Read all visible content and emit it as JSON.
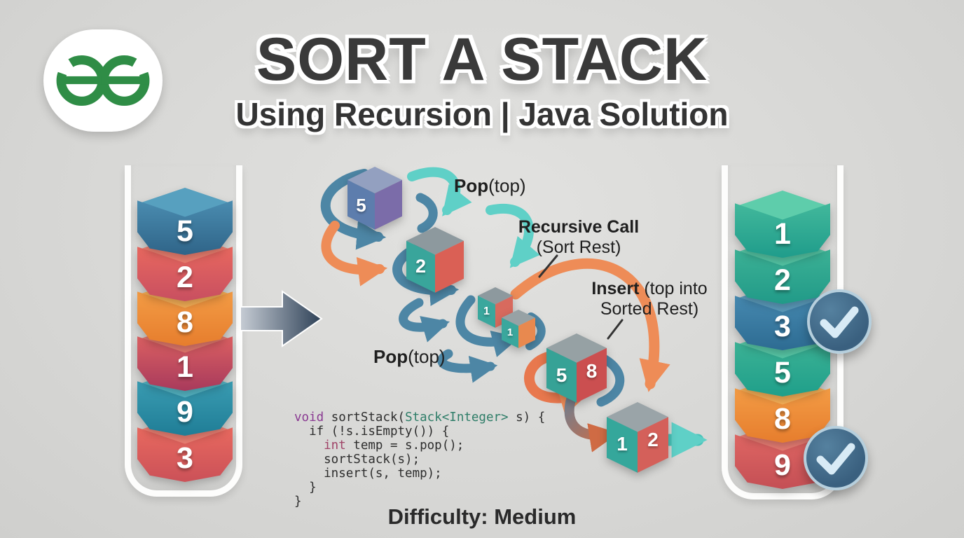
{
  "header": {
    "title": "SORT A STACK",
    "subtitle": "Using Recursion | Java Solution"
  },
  "logo": {
    "name": "GeeksforGeeks",
    "color": "#2f8d46"
  },
  "left_stack": {
    "blocks": [
      {
        "value": "5",
        "color": "#3f7fa8"
      },
      {
        "value": "2",
        "color": "#e0605c"
      },
      {
        "value": "8",
        "color": "#f0923e"
      },
      {
        "value": "1",
        "color": "#cf5663"
      },
      {
        "value": "9",
        "color": "#2f93a8"
      },
      {
        "value": "3",
        "color": "#e0645c"
      }
    ]
  },
  "right_stack": {
    "blocks": [
      {
        "value": "1",
        "color": "#3cb094"
      },
      {
        "value": "2",
        "color": "#35a890"
      },
      {
        "value": "3",
        "color": "#3a7fa8"
      },
      {
        "value": "5",
        "color": "#36ab90"
      },
      {
        "value": "8",
        "color": "#f0923e"
      },
      {
        "value": "9",
        "color": "#d9605f"
      }
    ]
  },
  "flow": {
    "pop_label_1": {
      "bold": "Pop",
      "rest": "(top)"
    },
    "pop_label_2": {
      "bold": "Pop",
      "rest": "(top)"
    },
    "recursive_call": {
      "line1": "Recursive Call",
      "line2": "(Sort Rest)"
    },
    "insert": {
      "bold": "Insert",
      "rest": " (top into",
      "line2": "Sorted Rest)"
    },
    "cubes": {
      "cube_5": "5",
      "cube_2": "2",
      "cube_1a": "1",
      "cube_1b": "1",
      "cube_58_left": "5",
      "cube_58_right": "8",
      "cube_12_left": "1",
      "cube_12_right": "2"
    }
  },
  "code": {
    "line1": {
      "kw": "void",
      "fn": " sortStack(",
      "type": "Stack<Integer>",
      "rest": " s) {"
    },
    "line2": "if (!s.isEmpty()) {",
    "line3": {
      "kw": "int",
      "rest": " temp = s.pop();"
    },
    "line4": "sortStack(s);",
    "line5": "insert(s, temp);",
    "line6": "}",
    "line7": "}"
  },
  "footer": {
    "difficulty": "Difficulty: Medium"
  },
  "colors": {
    "accent_teal": "#5fd0c7",
    "accent_orange": "#ee8c57",
    "accent_steel": "#4d86a5",
    "check_badge": "#3e688c",
    "logo_green": "#2f8d46",
    "code_keyword": "#8a3a92",
    "code_keyword2": "#a04468",
    "code_type": "#2e7d68"
  }
}
